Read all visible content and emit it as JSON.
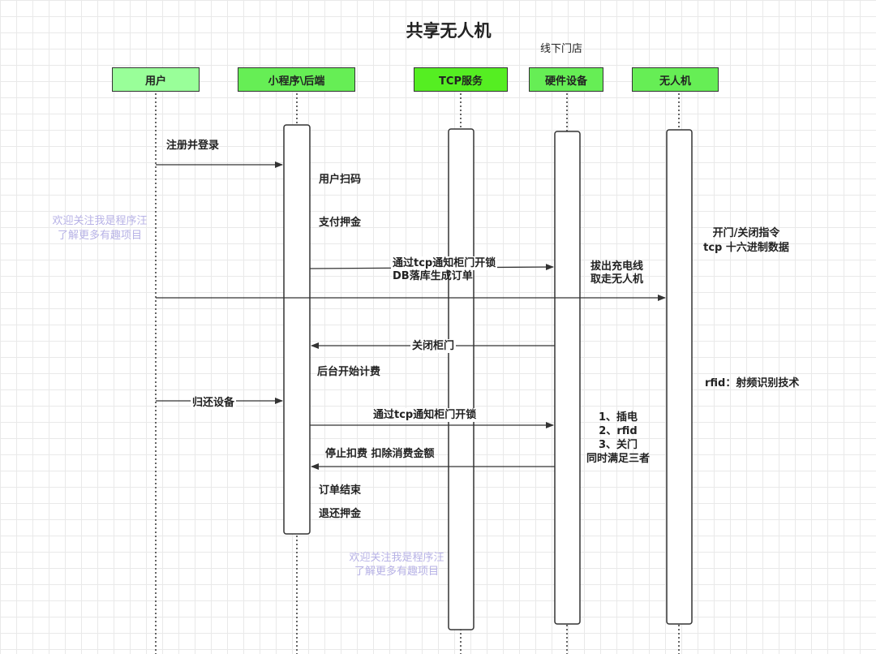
{
  "title": "共享无人机",
  "subtitle": "线下门店",
  "actors": {
    "user": "用户",
    "miniapp": "小程序\\后端",
    "tcp": "TCP服务",
    "hardware": "硬件设备",
    "drone": "无人机"
  },
  "colors": {
    "user_fill": "#99ff99",
    "miniapp_fill": "#66ee55",
    "tcp_fill": "#55ee22",
    "hardware_fill": "#66ee55",
    "drone_fill": "#66ee55",
    "line": "#333333",
    "watermark": "#b7b2e6"
  },
  "messages": {
    "register_login": "注册并登录",
    "notify_open_line1": "通过tcp通知柜门开锁",
    "notify_open_line2": "DB落库生成订单",
    "close_door": "关闭柜门",
    "return_device": "归还设备",
    "notify_open_again": "通过tcp通知柜门开锁",
    "stop_billing": "停止扣费  扣除消费金额"
  },
  "notes": {
    "scan": "用户扫码",
    "deposit": "支付押金",
    "unplug_line1": "拔出充电线",
    "unplug_line2": "取走无人机",
    "billing_start": "后台开始计费",
    "order_end": "订单结束",
    "refund": "退还押金",
    "cmd_line1": "开门/关闭指令",
    "cmd_line2": "tcp 十六进制数据",
    "rfid": "rfid：射频识别技术",
    "cond_line1": "1、插电",
    "cond_line2": "2、rfid",
    "cond_line3": "3、关门",
    "cond_line4": "同时满足三者"
  },
  "watermarks": {
    "left_line1": "欢迎关注我是程序汪",
    "left_line2": "了解更多有趣项目",
    "center_line1": "欢迎关注我是程序汪",
    "center_line2": "了解更多有趣项目"
  }
}
